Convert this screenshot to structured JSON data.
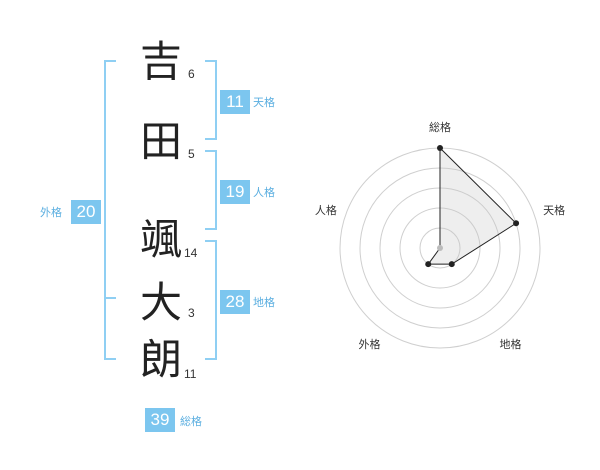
{
  "name": {
    "chars": [
      {
        "char": "吉",
        "strokes": "6"
      },
      {
        "char": "田",
        "strokes": "5"
      },
      {
        "char": "颯",
        "strokes": "14"
      },
      {
        "char": "大",
        "strokes": "3"
      },
      {
        "char": "朗",
        "strokes": "11"
      }
    ]
  },
  "kakusu": {
    "tenkaku": {
      "value": "11",
      "label": "天格"
    },
    "jinkaku": {
      "value": "19",
      "label": "人格"
    },
    "chikaku": {
      "value": "28",
      "label": "地格"
    },
    "gaikaku": {
      "value": "20",
      "label": "外格"
    },
    "soukaku": {
      "value": "39",
      "label": "総格"
    }
  },
  "colors": {
    "accent": "#7cc6ef",
    "bracket": "#8fcff3",
    "label": "#5aaee0"
  },
  "chart_data": {
    "type": "radar",
    "axes": [
      "総格",
      "天格",
      "地格",
      "外格",
      "人格"
    ],
    "levels": 5,
    "max": 5,
    "values": [
      5,
      4,
      1,
      1,
      0
    ],
    "grid": true
  }
}
